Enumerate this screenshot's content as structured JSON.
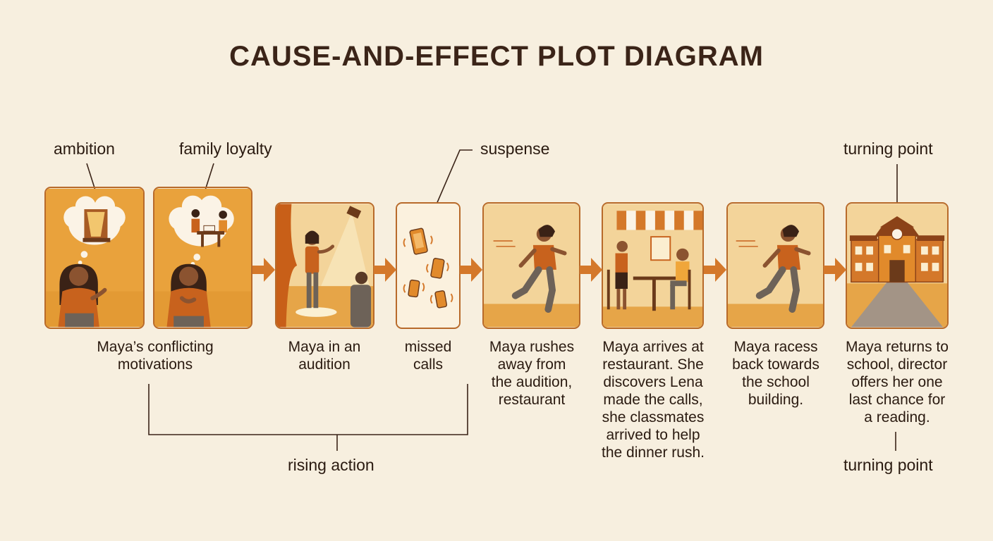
{
  "title": "CAUSE-AND-EFFECT PLOT DIAGRAM",
  "colors": {
    "background": "#f7efdf",
    "panel_fill": "#e9a23c",
    "panel_border": "#b86a2a",
    "arrow": "#d4782a",
    "text": "#2e1d14"
  },
  "labels": {
    "ambition": "ambition",
    "family_loyalty": "family loyalty",
    "suspense": "suspense",
    "turning_point_top": "turning point",
    "rising_action": "rising action",
    "turning_point_bottom": "turning point"
  },
  "captions": {
    "motivations": [
      "Maya’s conflicting",
      "motivations"
    ],
    "audition": [
      "Maya in an",
      "audition"
    ],
    "missed_calls": [
      "missed",
      "calls"
    ],
    "rushes": [
      "Maya rushes",
      "away from",
      "the audition,",
      "restaurant"
    ],
    "arrives": [
      "Maya arrives at",
      "restaurant. She",
      "discovers Lena",
      "made the calls,",
      "she classmates",
      "arrived to help",
      "the dinner rush."
    ],
    "races_back": [
      "Maya racess",
      "back towards",
      "the school",
      "building."
    ],
    "returns": [
      "Maya returns to",
      "school, director",
      "offers her one",
      "last chance for",
      "a reading."
    ]
  },
  "icons": {
    "arrows": "arrow-right-icon",
    "thought": "thought-bubble-icon",
    "phone": "phone-icon",
    "school": "school-building-icon"
  }
}
